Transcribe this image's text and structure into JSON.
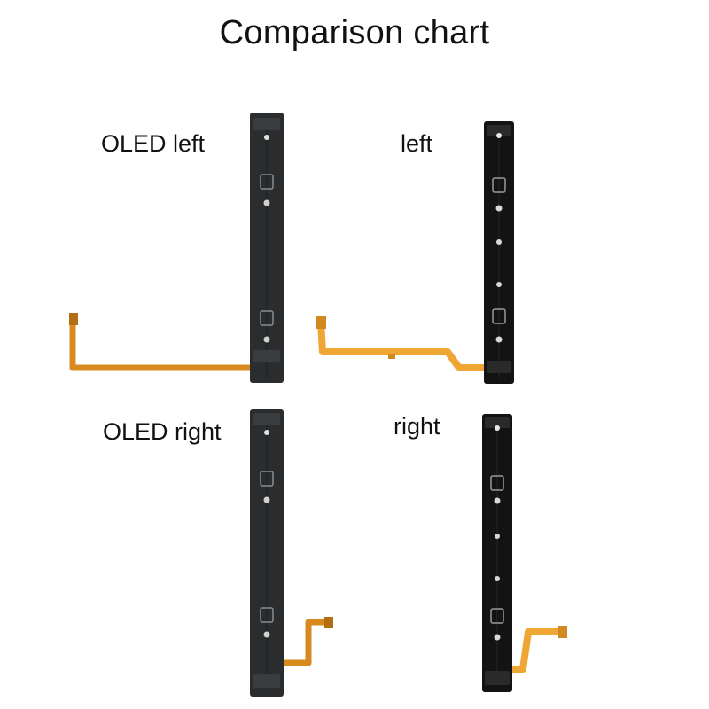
{
  "title": "Comparison chart",
  "parts": [
    {
      "label": "OLED left",
      "rail_color": "#2a2c2e",
      "cable_color": "#d88a1e"
    },
    {
      "label": "left",
      "rail_color": "#131313",
      "cable_color": "#f0a634"
    },
    {
      "label": "OLED right",
      "rail_color": "#2a2c2e",
      "cable_color": "#d88a1e"
    },
    {
      "label": "right",
      "rail_color": "#131313",
      "cable_color": "#f0a634"
    }
  ]
}
